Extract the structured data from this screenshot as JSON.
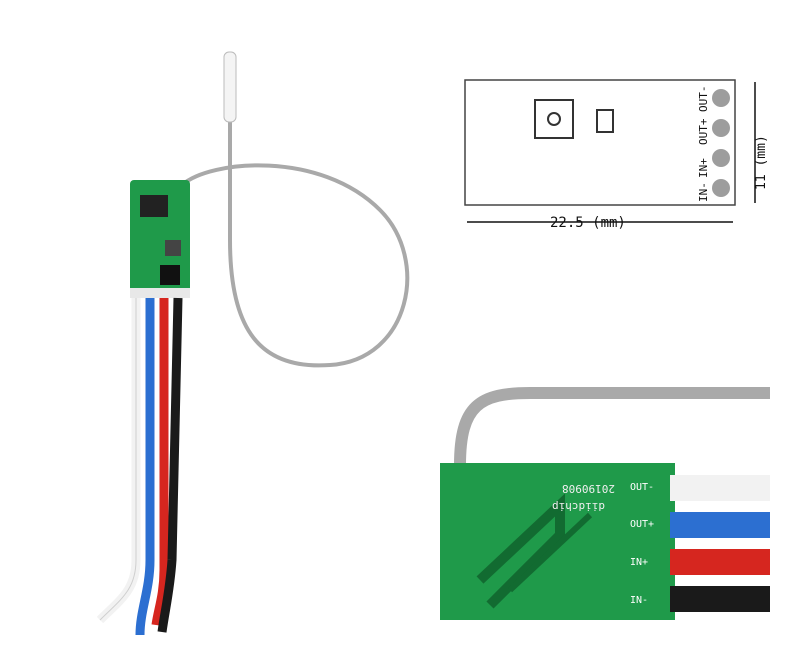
{
  "diagram": {
    "width_label": "22.5 (mm)",
    "height_label": "11 (mm)",
    "pins": [
      "IN-",
      "IN+",
      "OUT+",
      "OUT-"
    ]
  },
  "pcb": {
    "silkscreen_date": "20190908",
    "silkscreen_brand": "diidchip",
    "pins": [
      "OUT-",
      "OUT+",
      "IN+",
      "IN-"
    ]
  },
  "colors": {
    "pcb_green": "#1f9a4a",
    "wire_white": "#f2f2f2",
    "wire_blue": "#2c6fd1",
    "wire_red": "#d6261f",
    "wire_black": "#1a1a1a",
    "antenna_gray": "#a9a9a9"
  }
}
